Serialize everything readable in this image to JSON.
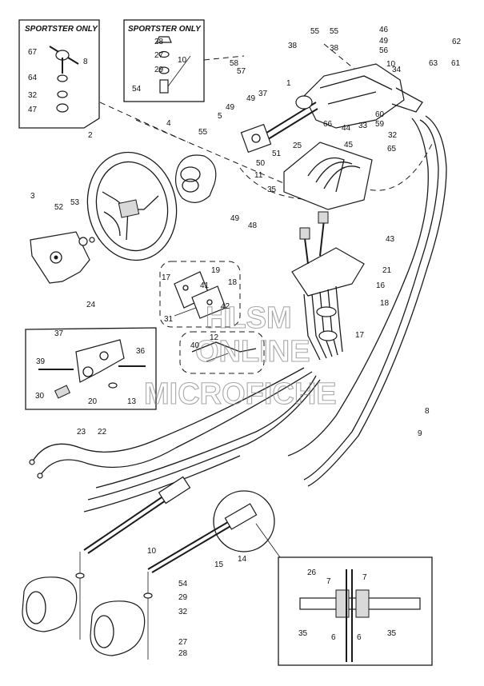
{
  "diagram": {
    "box_titles": {
      "sportster_left": "SPORTSTER ONLY",
      "sportster_right": "SPORTSTER ONLY"
    },
    "watermark": {
      "line1": "HLSM",
      "line2": "ONLINE",
      "line3": "MICROFICHE"
    },
    "callouts": [
      {
        "id": "1",
        "text": "1"
      },
      {
        "id": "2",
        "text": "2"
      },
      {
        "id": "3",
        "text": "3"
      },
      {
        "id": "4",
        "text": "4"
      },
      {
        "id": "5",
        "text": "5"
      },
      {
        "id": "6",
        "text": "6"
      },
      {
        "id": "7",
        "text": "7"
      },
      {
        "id": "8",
        "text": "8"
      },
      {
        "id": "9",
        "text": "9"
      },
      {
        "id": "10",
        "text": "10"
      },
      {
        "id": "11",
        "text": "11"
      },
      {
        "id": "12",
        "text": "12"
      },
      {
        "id": "13",
        "text": "13"
      },
      {
        "id": "14",
        "text": "14"
      },
      {
        "id": "15",
        "text": "15"
      },
      {
        "id": "16",
        "text": "16"
      },
      {
        "id": "17",
        "text": "17"
      },
      {
        "id": "18",
        "text": "18"
      },
      {
        "id": "19",
        "text": "19"
      },
      {
        "id": "20",
        "text": "20"
      },
      {
        "id": "21",
        "text": "21"
      },
      {
        "id": "22",
        "text": "22"
      },
      {
        "id": "23",
        "text": "23"
      },
      {
        "id": "24",
        "text": "24"
      },
      {
        "id": "25",
        "text": "25"
      },
      {
        "id": "26",
        "text": "26"
      },
      {
        "id": "27",
        "text": "27"
      },
      {
        "id": "28",
        "text": "28"
      },
      {
        "id": "29",
        "text": "29"
      },
      {
        "id": "30",
        "text": "30"
      },
      {
        "id": "31",
        "text": "31"
      },
      {
        "id": "32",
        "text": "32"
      },
      {
        "id": "33",
        "text": "33"
      },
      {
        "id": "34",
        "text": "34"
      },
      {
        "id": "35",
        "text": "35"
      },
      {
        "id": "36",
        "text": "36"
      },
      {
        "id": "37",
        "text": "37"
      },
      {
        "id": "38",
        "text": "38"
      },
      {
        "id": "39",
        "text": "39"
      },
      {
        "id": "40",
        "text": "40"
      },
      {
        "id": "41",
        "text": "41"
      },
      {
        "id": "42",
        "text": "42"
      },
      {
        "id": "43",
        "text": "43"
      },
      {
        "id": "44",
        "text": "44"
      },
      {
        "id": "45",
        "text": "45"
      },
      {
        "id": "46",
        "text": "46"
      },
      {
        "id": "47",
        "text": "47"
      },
      {
        "id": "48",
        "text": "48"
      },
      {
        "id": "49",
        "text": "49"
      },
      {
        "id": "50",
        "text": "50"
      },
      {
        "id": "51",
        "text": "51"
      },
      {
        "id": "52",
        "text": "52"
      },
      {
        "id": "53",
        "text": "53"
      },
      {
        "id": "54",
        "text": "54"
      },
      {
        "id": "55",
        "text": "55"
      },
      {
        "id": "56",
        "text": "56"
      },
      {
        "id": "57",
        "text": "57"
      },
      {
        "id": "58",
        "text": "58"
      },
      {
        "id": "59",
        "text": "59"
      },
      {
        "id": "60",
        "text": "60"
      },
      {
        "id": "61",
        "text": "61"
      },
      {
        "id": "62",
        "text": "62"
      },
      {
        "id": "63",
        "text": "63"
      },
      {
        "id": "64",
        "text": "64"
      },
      {
        "id": "65",
        "text": "65"
      },
      {
        "id": "66",
        "text": "66"
      },
      {
        "id": "67",
        "text": "67"
      }
    ]
  }
}
